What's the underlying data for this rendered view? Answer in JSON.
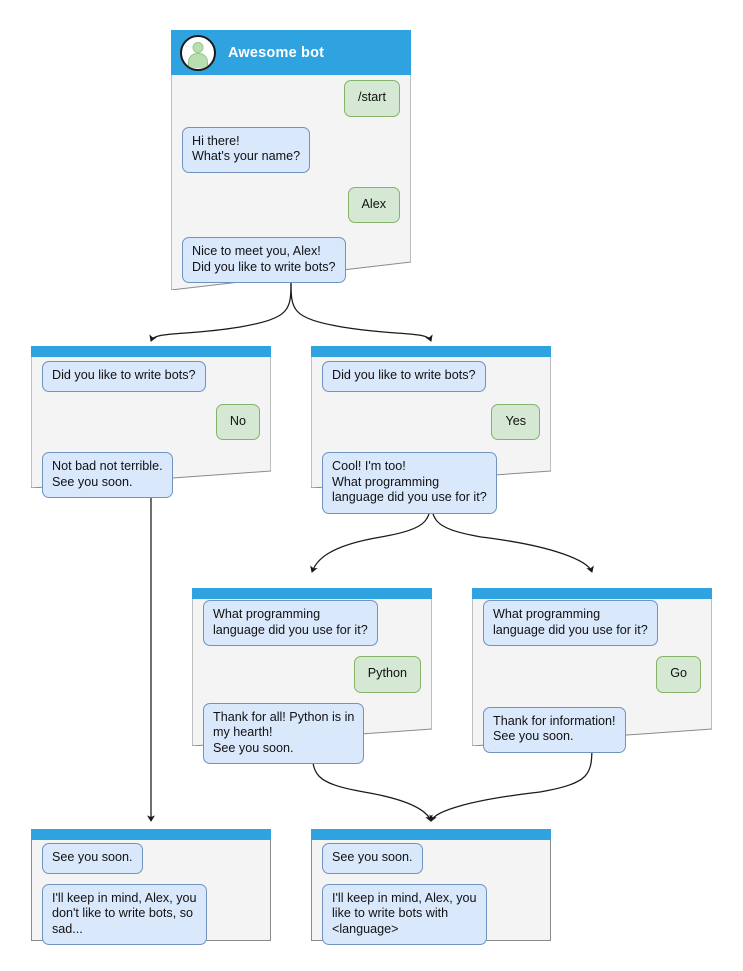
{
  "diagram": {
    "title_card": {
      "header_title": "Awesome bot",
      "avatar_icon": "user-avatar-icon",
      "messages": [
        {
          "side": "user",
          "text": "/start"
        },
        {
          "side": "bot",
          "text": "Hi there!\nWhat's your name?"
        },
        {
          "side": "user",
          "text": "Alex"
        },
        {
          "side": "bot",
          "text": "Nice to meet you, Alex!\nDid you like to write bots?"
        }
      ]
    },
    "cards": [
      {
        "id": "no-branch",
        "messages": [
          {
            "side": "bot",
            "text": "Did you like to write bots?"
          },
          {
            "side": "user",
            "text": "No"
          },
          {
            "side": "bot",
            "text": "Not bad not terrible.\nSee you soon."
          }
        ]
      },
      {
        "id": "yes-branch",
        "messages": [
          {
            "side": "bot",
            "text": "Did you like to write bots?"
          },
          {
            "side": "user",
            "text": "Yes"
          },
          {
            "side": "bot",
            "text": "Cool! I'm too!\nWhat programming\nlanguage did you use for it?"
          }
        ]
      },
      {
        "id": "python-branch",
        "messages": [
          {
            "side": "bot",
            "text": "What programming\nlanguage did you use for it?"
          },
          {
            "side": "user",
            "text": "Python"
          },
          {
            "side": "bot",
            "text": "Thank for all! Python is in\nmy hearth!\nSee you soon."
          }
        ]
      },
      {
        "id": "go-branch",
        "messages": [
          {
            "side": "bot",
            "text": "What programming\nlanguage did you use for it?"
          },
          {
            "side": "user",
            "text": "Go"
          },
          {
            "side": "bot",
            "text": "Thank for information!\nSee you soon."
          }
        ]
      },
      {
        "id": "end-no",
        "messages": [
          {
            "side": "bot",
            "text": "See you soon."
          },
          {
            "side": "bot",
            "text": "I'll keep in mind, Alex, you\ndon't like to write bots, so\nsad..."
          }
        ]
      },
      {
        "id": "end-yes",
        "messages": [
          {
            "side": "bot",
            "text": "See you soon."
          },
          {
            "side": "bot",
            "text": "I'll keep in mind, Alex, you\nlike to write bots with\n<language>"
          }
        ]
      }
    ],
    "colors": {
      "header_blue": "#2fa3e0",
      "card_background": "#f4f4f4",
      "card_border": "#8a8a8a",
      "bot_bubble": "#dae8fc",
      "bot_bubble_border": "#7093c0",
      "user_bubble": "#d5e8d4",
      "user_bubble_border": "#86b36a",
      "connector": "#1a1a1a",
      "avatar_fill": "#b7dfb0"
    }
  }
}
